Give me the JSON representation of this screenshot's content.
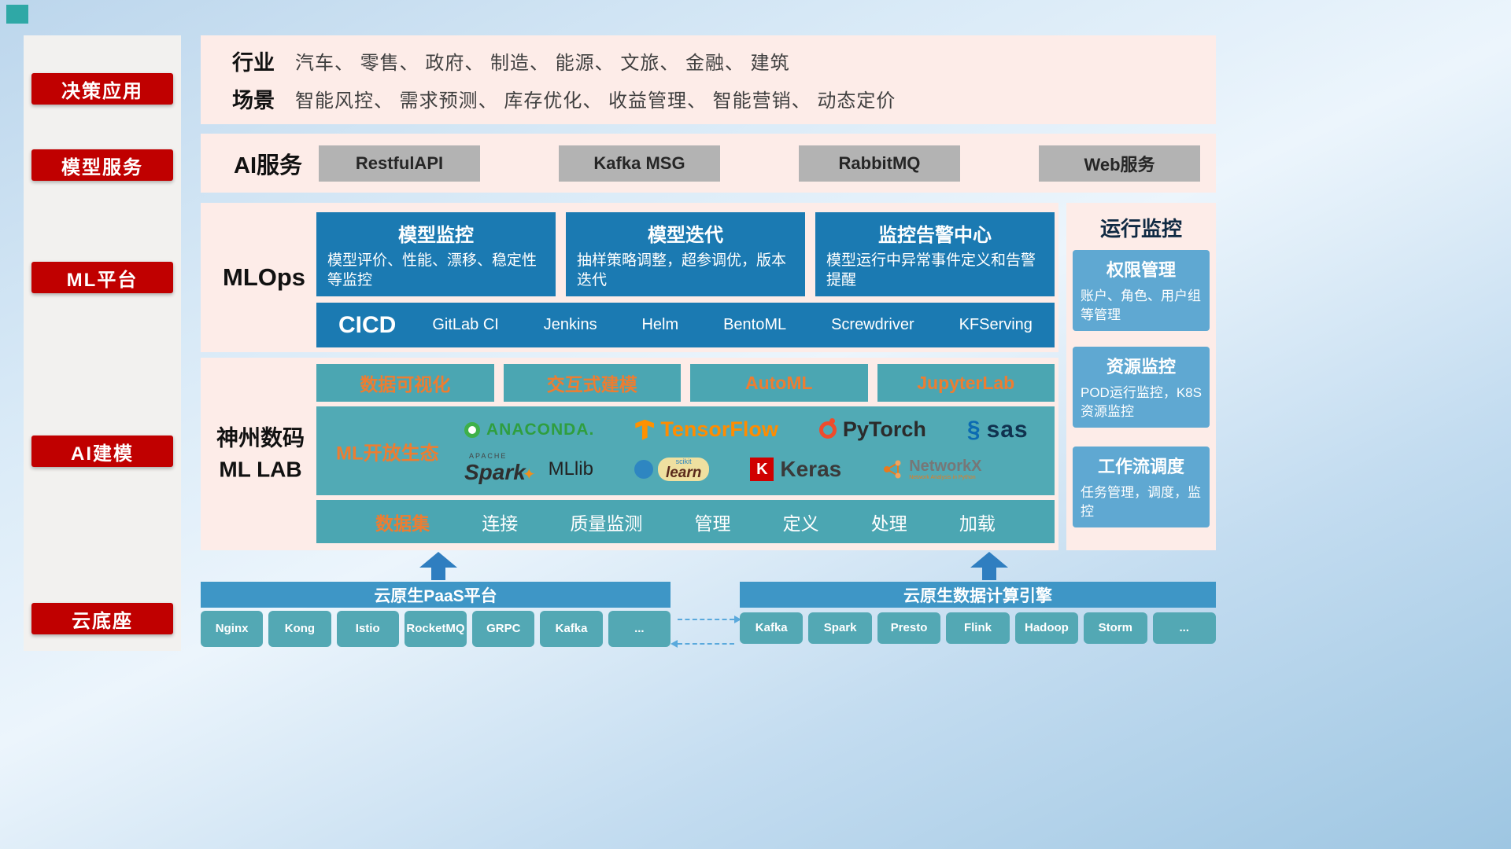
{
  "colors": {
    "red": "#c00000",
    "panel_pink": "#fdece8",
    "blue": "#1b7ab2",
    "teal": "#4ba6b2",
    "orange": "#ed7d31",
    "card_blue": "#5fa8d2",
    "bar_blue": "#3e96c6"
  },
  "icons": {
    "spark_star": "✦",
    "sas_swirl": "§"
  },
  "sidebar": {
    "items": [
      "决策应用",
      "模型服务",
      "ML平台",
      "AI建模",
      "云底座"
    ]
  },
  "industry": {
    "row1_label": "行业",
    "row1_text": "汽车、 零售、 政府、 制造、 能源、 文旅、 金融、 建筑",
    "row2_label": "场景",
    "row2_text": "智能风控、 需求预测、 库存优化、 收益管理、 智能营销、 动态定价"
  },
  "ai_service": {
    "label": "AI服务",
    "buttons": [
      "RestfulAPI",
      "Kafka MSG",
      "RabbitMQ",
      "Web服务"
    ]
  },
  "mlops": {
    "label": "MLOps",
    "cards": [
      {
        "title": "模型监控",
        "desc": "模型评价、性能、漂移、稳定性等监控"
      },
      {
        "title": "模型迭代",
        "desc": "抽样策略调整，超参调优，版本迭代"
      },
      {
        "title": "监控告警中心",
        "desc": "模型运行中异常事件定义和告警提醒"
      }
    ],
    "cicd_label": "CICD",
    "cicd_items": [
      "GitLab CI",
      "Jenkins",
      "Helm",
      "BentoML",
      "Screwdriver",
      "KFServing"
    ]
  },
  "monitoring": {
    "title": "运行监控",
    "cards": [
      {
        "title": "权限管理",
        "desc": "账户、角色、用户组等管理"
      },
      {
        "title": "资源监控",
        "desc": "POD运行监控，K8S资源监控"
      },
      {
        "title": "工作流调度",
        "desc": "任务管理，调度，监控"
      }
    ]
  },
  "mllab": {
    "title_line1": "神州数码",
    "title_line2": "ML LAB",
    "tools": [
      "数据可视化",
      "交互式建模",
      "AutoML",
      "JupyterLab"
    ],
    "ecosystem_label": "ML开放生态",
    "logos": {
      "anaconda": "ANACONDA.",
      "tensorflow": "TensorFlow",
      "pytorch": "PyTorch",
      "sas": "sas",
      "spark_small": "APACHE",
      "spark": "Spark",
      "mllib": "MLlib",
      "scikit_top": "scikit",
      "scikit": "learn",
      "keras_k": "K",
      "keras": "Keras",
      "networkx": "NetworkX",
      "networkx_sub": "Network Analysis in Python"
    },
    "dataset_label": "数据集",
    "dataset_items": [
      "连接",
      "质量监测",
      "管理",
      "定义",
      "处理",
      "加载"
    ]
  },
  "cloud": {
    "paas_title": "云原生PaaS平台",
    "paas_items": [
      "Nginx",
      "Kong",
      "Istio",
      "RocketMQ",
      "GRPC",
      "Kafka",
      "..."
    ],
    "engine_title": "云原生数据计算引擎",
    "engine_items": [
      "Kafka",
      "Spark",
      "Presto",
      "Flink",
      "Hadoop",
      "Storm",
      "..."
    ]
  }
}
